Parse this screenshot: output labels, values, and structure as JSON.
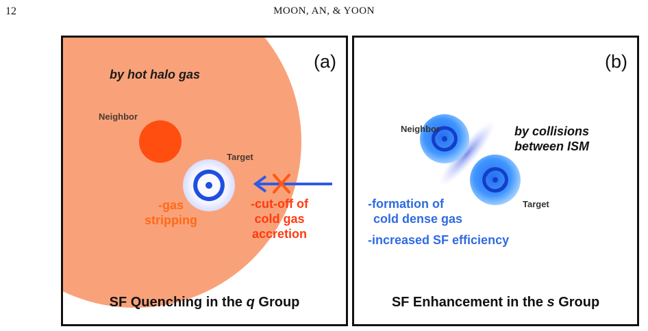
{
  "header": {
    "page_number": "12",
    "running_head": "MOON, AN, & YOON"
  },
  "panel_a": {
    "letter": "(a)",
    "halo_label": "by hot halo gas",
    "neighbor_label": "Neighbor",
    "target_label": "Target",
    "stripping_label_1": "-gas",
    "stripping_label_2": "stripping",
    "cutoff_label_1": "-cut-off of",
    "cutoff_label_2": "cold gas",
    "cutoff_label_3": "accretion",
    "caption_pre": "SF Quenching in the ",
    "caption_var": "q",
    "caption_post": " Group"
  },
  "panel_b": {
    "letter": "(b)",
    "neighbor_label": "Neighbor",
    "target_label": "Target",
    "collision_label_1": "by collisions",
    "collision_label_2": "between ISM",
    "formation_label_1": "-formation of",
    "formation_label_2": "cold dense gas",
    "efficiency_label": "-increased SF efficiency",
    "caption_pre": "SF Enhancement in the ",
    "caption_var": "s",
    "caption_post": " Group"
  },
  "colors": {
    "halo": "#f9a27a",
    "neighbor_a": "#ff4e10",
    "galaxy_blue": "#1e4fe0",
    "galaxy_light": "#49a8ff",
    "arrow": "#2f5be8",
    "cross": "#ff5a14"
  }
}
